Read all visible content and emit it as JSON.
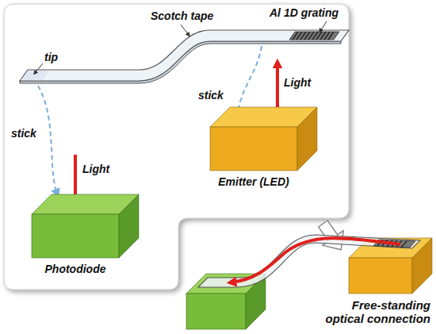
{
  "diagram": {
    "nodes": [
      {
        "text": [
          "Photodiode"
        ]
      },
      {
        "text": [
          "Emitter (LED)"
        ]
      }
    ],
    "labels": [
      "Scotch tape",
      "Al 1D grating",
      "tip",
      "stick",
      "Light",
      "stick",
      "Light",
      "Free-standing optical connection"
    ]
  }
}
